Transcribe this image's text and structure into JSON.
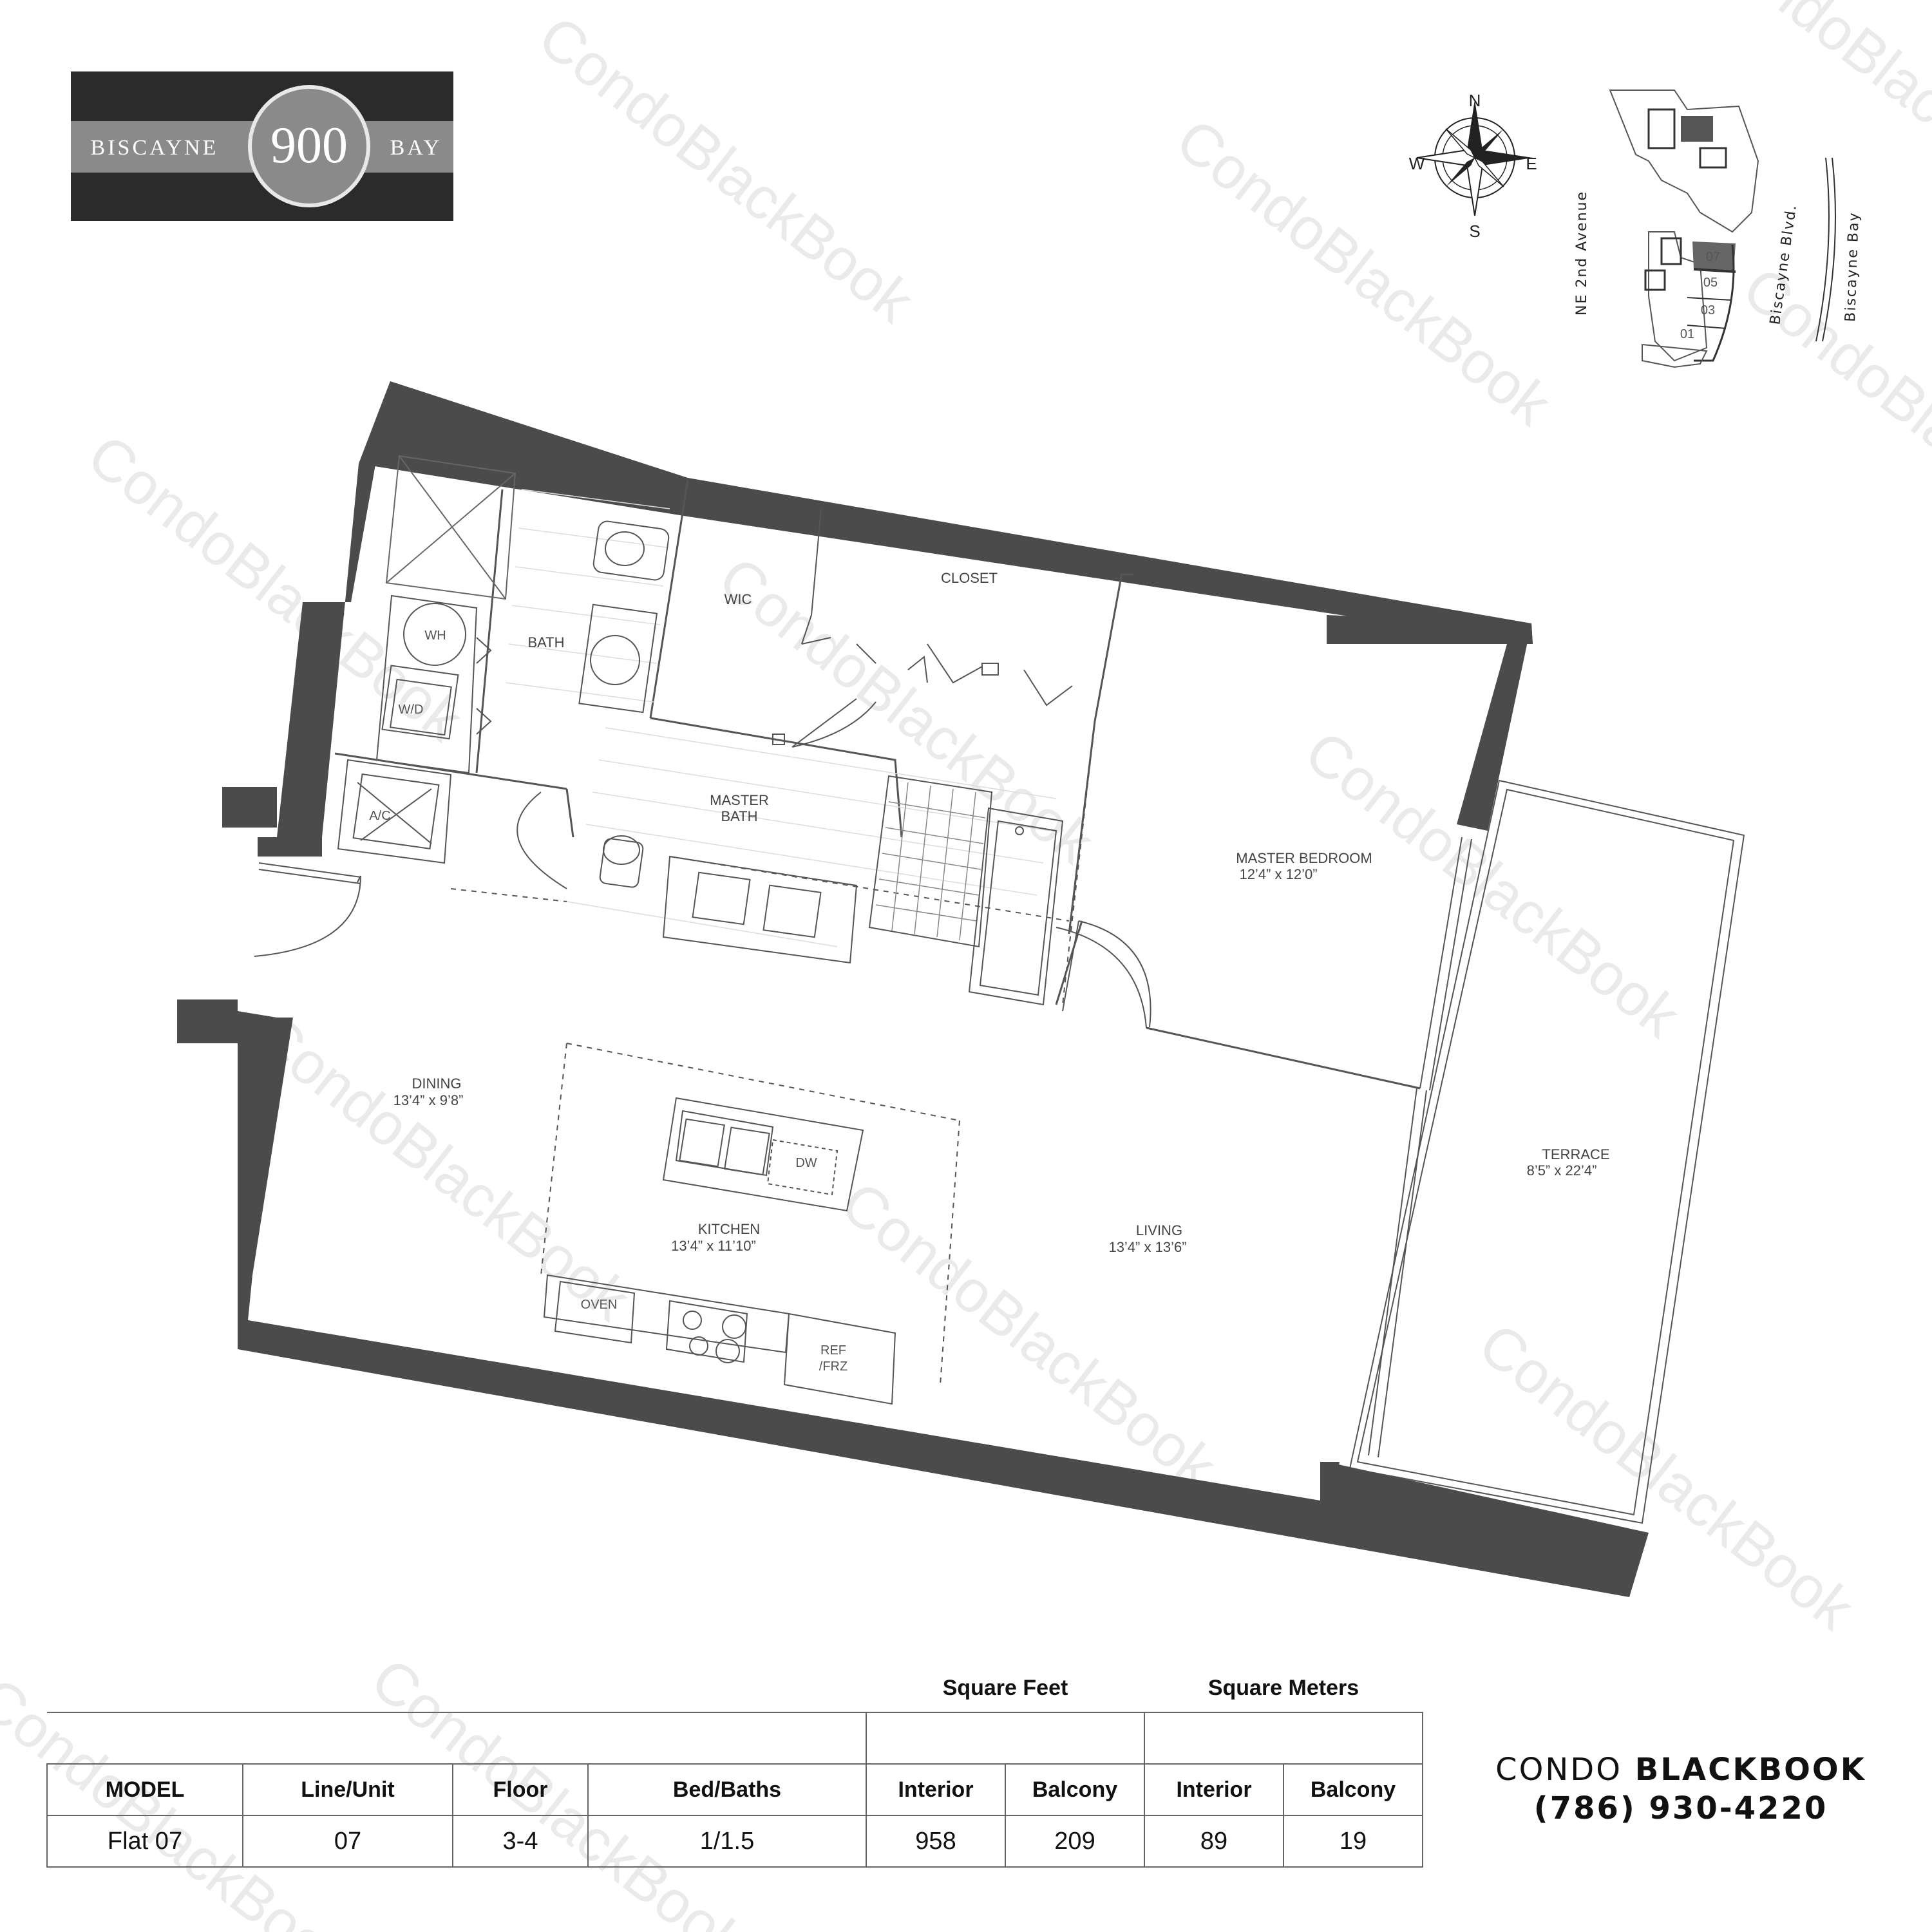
{
  "logo": {
    "left_text": "BISCAYNE",
    "number": "900",
    "right_text": "BAY"
  },
  "compass": {
    "n": "N",
    "s": "S",
    "e": "E",
    "w": "W"
  },
  "site_map": {
    "street_west": "NE 2nd Avenue",
    "street_east": "Biscayne Blvd.",
    "water": "Biscayne Bay",
    "units": [
      "07",
      "05",
      "03",
      "01"
    ],
    "highlighted_unit": "07"
  },
  "rooms": {
    "wh": "WH",
    "wd": "W/D",
    "ac": "A/C",
    "bath": "BATH",
    "wic": "WIC",
    "closet": "CLOSET",
    "master_bath_1": "MASTER",
    "master_bath_2": "BATH",
    "master_bedroom": "MASTER BEDROOM",
    "master_bedroom_dim": "12’4” x 12’0”",
    "dining": "DINING",
    "dining_dim": "13’4” x 9’8”",
    "kitchen": "KITCHEN",
    "kitchen_dim": "13’4” x 11’10”",
    "dw": "DW",
    "oven": "OVEN",
    "ref_1": "REF",
    "ref_2": "/FRZ",
    "living": "LIVING",
    "living_dim": "13’4” x 13’6”",
    "terrace": "TERRACE",
    "terrace_dim": "8’5” x 22’4”"
  },
  "watermark": "CondoBlackBook",
  "specs": {
    "group_sqft": "Square Feet",
    "group_sqm": "Square Meters",
    "headers": [
      "MODEL",
      "Line/Unit",
      "Floor",
      "Bed/Baths",
      "Interior",
      "Balcony",
      "Interior",
      "Balcony"
    ],
    "row": [
      "Flat 07",
      "07",
      "3-4",
      "1/1.5",
      "958",
      "209",
      "89",
      "19"
    ]
  },
  "brand": {
    "name_light": "CONDO",
    "name_bold": "BLACKBOOK",
    "phone": "(786) 930-4220"
  }
}
